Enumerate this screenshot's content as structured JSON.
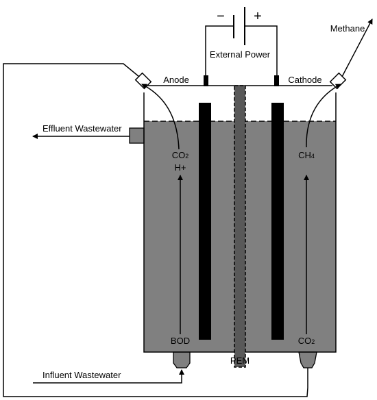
{
  "labels": {
    "minus": "−",
    "plus": "+",
    "external_power": "External Power",
    "methane": "Methane",
    "anode": "Anode",
    "cathode": "Cathode",
    "effluent": "Effluent Wastewater",
    "influent": "Influent Wastewater",
    "co2_left_main": "CO",
    "co2_left_sub": "2",
    "h_plus": "H+",
    "ch4_main": "CH",
    "ch4_sub": "4",
    "bod": "BOD",
    "co2_right_main": "CO",
    "co2_right_sub": "2",
    "pem": "PEM"
  },
  "colors": {
    "liquid": "#808080",
    "electrode": "#000000",
    "membrane": "#595959",
    "outline": "#000000",
    "background": "#ffffff"
  }
}
